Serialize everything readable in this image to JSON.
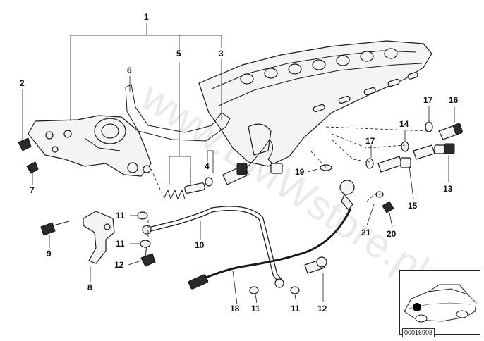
{
  "watermark": "www.BMWstore.pl",
  "ref_code": "00016908",
  "labels": {
    "p1": "1",
    "p2": "2",
    "p3": "3",
    "p4": "4",
    "p5": "5",
    "p6": "6",
    "p7": "7",
    "p8": "8",
    "p9": "9",
    "p10": "10",
    "p11a": "11",
    "p11b": "11",
    "p11c": "11",
    "p11d": "11",
    "p12a": "12",
    "p12b": "12",
    "p13": "13",
    "p14": "14",
    "p15": "15",
    "p16": "16",
    "p17a": "17",
    "p17b": "17",
    "p18": "18",
    "p19": "19",
    "p20": "20",
    "p21": "21"
  }
}
